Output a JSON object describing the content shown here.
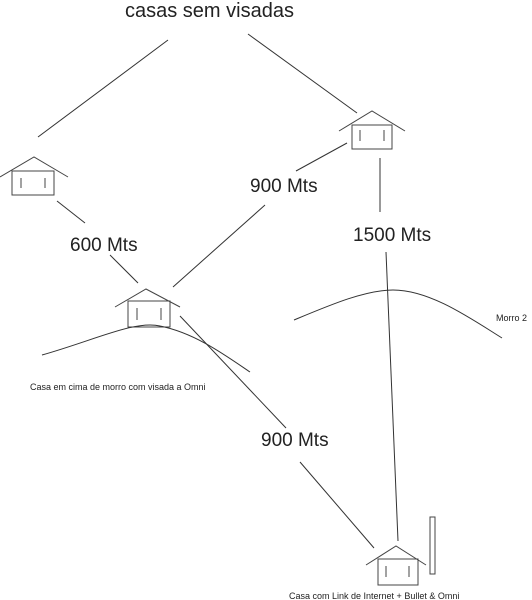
{
  "title": "casas sem visadas",
  "distances": {
    "left_link": "600 Mts",
    "center_link": "900 Mts",
    "right_link": "1500 Mts",
    "bottom_link": "900 Mts"
  },
  "labels": {
    "hill_house": "Casa em cima de morro com visada a Omni",
    "hill2": "Morro 2",
    "base_house": "Casa com Link de Internet + Bullet & Omni"
  },
  "colors": {
    "stroke": "#333333",
    "text": "#222222"
  }
}
